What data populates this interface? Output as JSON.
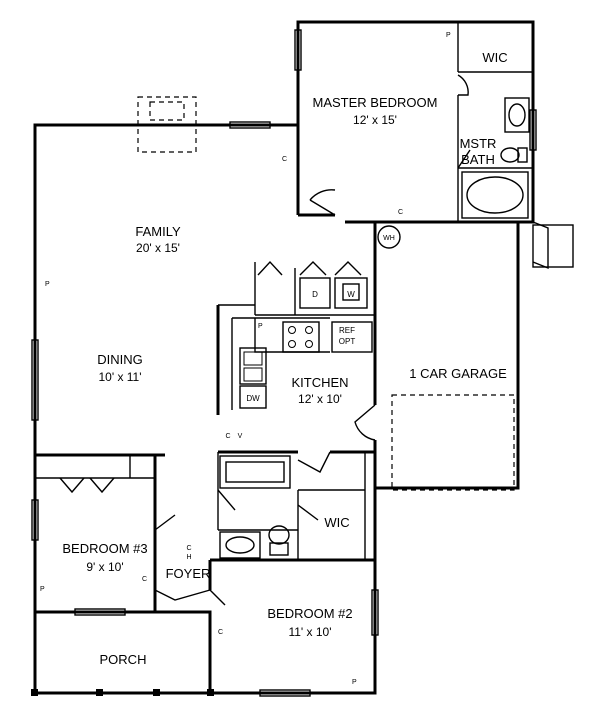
{
  "rooms": {
    "master": {
      "name": "MASTER BEDROOM",
      "dims": "12' x 15'"
    },
    "wic_master": {
      "name": "WIC"
    },
    "mstr_bath": {
      "line1": "MSTR",
      "line2": "BATH"
    },
    "family": {
      "name": "FAMILY",
      "dims": "20' x 15'"
    },
    "dining": {
      "name": "DINING",
      "dims": "10' x 11'"
    },
    "kitchen": {
      "name": "KITCHEN",
      "dims": "12' x 10'"
    },
    "garage": {
      "name": "1 CAR GARAGE"
    },
    "bed3": {
      "name": "BEDROOM #3",
      "dims": "9' x 10'"
    },
    "foyer": {
      "name": "FOYER"
    },
    "bed2": {
      "name": "BEDROOM #2",
      "dims": "11' x 10'"
    },
    "wic_bed2": {
      "name": "WIC"
    },
    "porch": {
      "name": "PORCH"
    }
  },
  "fixtures": {
    "dryer": "D",
    "washer": "W",
    "dishwasher": "DW",
    "pantry_line1": "REF",
    "pantry_line2": "OPT",
    "water_heater": "WH",
    "hall_c": "C",
    "hall_h": "H",
    "cv_c": "C",
    "cv_v": "V"
  },
  "marks": {
    "p": "P",
    "c": "C"
  }
}
